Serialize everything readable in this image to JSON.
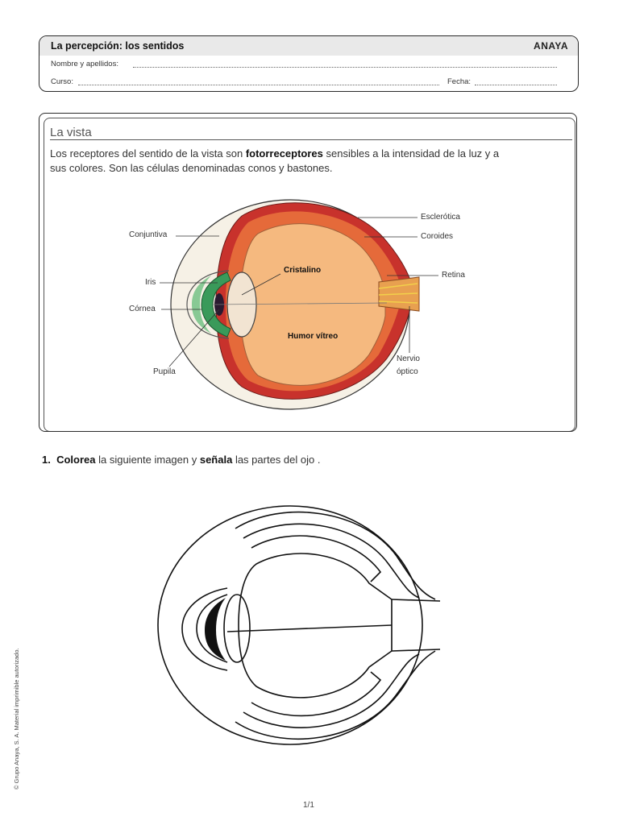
{
  "header": {
    "title": "La percepción: los sentidos",
    "brand": "ANAYA",
    "name_label": "Nombre y apellidos:",
    "course_label": "Curso:",
    "date_label": "Fecha:"
  },
  "section": {
    "title": "La vista",
    "intro_before": "Los receptores del sentido de la vista son ",
    "intro_bold": "fotorreceptores",
    "intro_after": " sensibles a la intensidad de la luz y a sus colores. Son las células denominadas conos y bastones."
  },
  "eye_labels": {
    "conjuntiva": "Conjuntiva",
    "iris": "Iris",
    "cornea": "Córnea",
    "pupila": "Pupila",
    "cristalino": "Cristalino",
    "humor_vitreo": "Humor vítreo",
    "esclerotica": "Esclerótica",
    "coroides": "Coroides",
    "retina": "Retina",
    "nervio": "Nervio",
    "optico": "óptico"
  },
  "exercise": {
    "number": "1.",
    "verb1": "Colorea",
    "text1": " la siguiente imagen y ",
    "verb2": "señala",
    "text2": " las partes del ojo ."
  },
  "footer": {
    "copyright": "© Grupo Anaya, S. A. Material imprimible autorizado.",
    "page": "1/1"
  },
  "colors": {
    "sclera_red": "#c8322c",
    "lens_orange": "#f5b97f",
    "iris_green": "#3a9a5a",
    "cornea_pale": "#f4f0e6"
  }
}
